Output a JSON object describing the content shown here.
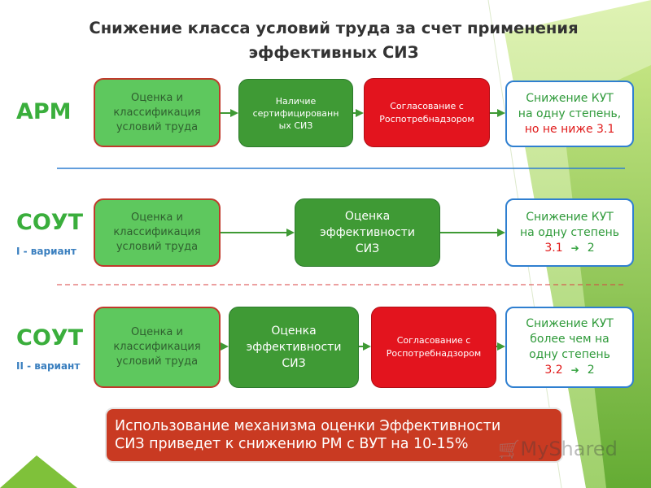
{
  "title": {
    "line1": "Снижение класса условий труда за счет применения",
    "line2": "эффективных  СИЗ"
  },
  "rows": {
    "arm": {
      "label": "АРМ",
      "assessment": [
        "Оценка и",
        "классификация",
        "условий труда"
      ],
      "certified": [
        "Наличие",
        "сертифицированн",
        "ых СИЗ"
      ],
      "approval": [
        "Согласование с",
        "Роспотребнадзором"
      ],
      "result": {
        "line1": "Снижение КУТ",
        "line2": "на одну степень,",
        "line3": "но не ниже 3.1"
      }
    },
    "sout1": {
      "label": "СОУТ",
      "variant": "I - вариант",
      "assessment": [
        "Оценка и",
        "классификация",
        "условий труда"
      ],
      "efficiency": [
        "Оценка",
        "эффективности",
        "СИЗ"
      ],
      "result": {
        "line1": "Снижение КУТ",
        "line2": "на одну степень",
        "from": "3.1",
        "to": "2"
      }
    },
    "sout2": {
      "label": "СОУТ",
      "variant": "II - вариант",
      "assessment": [
        "Оценка и",
        "классификация",
        "условий труда"
      ],
      "efficiency": [
        "Оценка",
        "эффективности",
        "СИЗ"
      ],
      "approval": [
        "Согласование с",
        "Роспотребнадзором"
      ],
      "result": {
        "line1": "Снижение КУТ",
        "line2": "более чем на",
        "line3": "одну степень",
        "from": "3.2",
        "to": "2"
      }
    }
  },
  "conclusion": {
    "line1": "Использование механизма оценки Эффективности",
    "line2": "СИЗ приведет к снижению РМ с ВУТ на 10-15%"
  },
  "watermark": "MyShared",
  "colors": {
    "light_green": "#5ec85e",
    "dark_green": "#3f9a35",
    "red": "#e3141e",
    "result_border": "#2f7fd0",
    "label_green": "#3aae3c",
    "label_blue": "#3a7fbf",
    "conclusion_bg": "#c93a22"
  }
}
